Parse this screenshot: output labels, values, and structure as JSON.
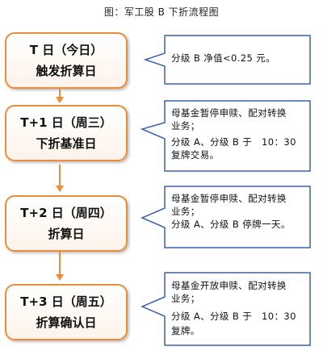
{
  "title": "图：军工股 B 下折流程图",
  "steps": [
    {
      "line1": "T 日（今日）",
      "line2": "触发折算日"
    },
    {
      "line1": "T+1 日（周三）",
      "line2": "下折基准日"
    },
    {
      "line1": "T+2 日（周四）",
      "line2": "折算日"
    },
    {
      "line1": "T+3 日（周五）",
      "line2": "折算确认日"
    }
  ],
  "notes": [
    {
      "lines": [
        "分级 B 净值<0.25 元。"
      ]
    },
    {
      "lines": [
        "母基金暂停申赎、配对转换",
        "业务；",
        "分级 A、分级 B 于　10：30",
        "复牌交易。"
      ]
    },
    {
      "lines": [
        "母基金暂停申赎、配对转换",
        "业务；",
        "分级 A、分级 B 停牌一天。"
      ]
    },
    {
      "lines": [
        "母基金开放申赎、配对转换",
        "业务；",
        "分级 A、分级 B 于　10：30",
        "复牌。"
      ]
    }
  ],
  "colors": {
    "step_border": "#e98c3c",
    "callout_border": "#3a62a8",
    "arrow": "#e98c3c"
  }
}
